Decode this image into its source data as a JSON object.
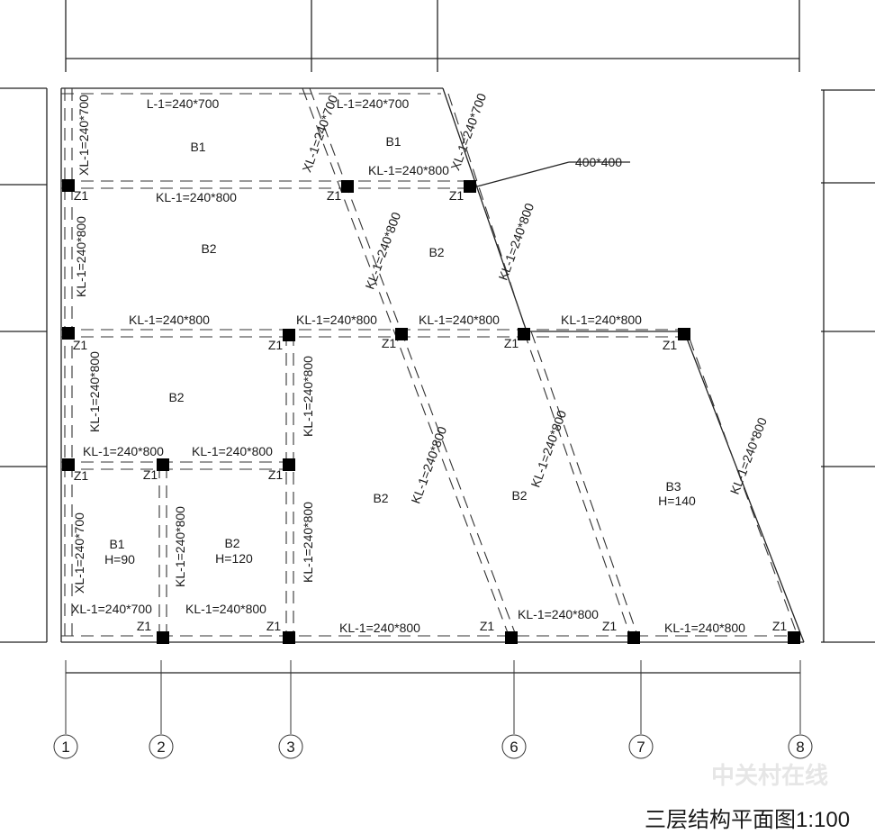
{
  "drawing": {
    "title": "三层结构平面图1:100",
    "watermark": "中关村在线",
    "column_tag": "Z1",
    "axis_labels": [
      "1",
      "2",
      "3",
      "6",
      "7",
      "8"
    ],
    "labels": [
      "L-1=240*700",
      "L-1=240*700",
      "B1",
      "B1",
      "KL-1=240*800",
      "KL-1=240*800",
      "400*400",
      "B2",
      "B2",
      "XL-1=240*700",
      "KL-1=240*800",
      "XL-1=240*700",
      "XL-1=240*700",
      "KL-1=240*800",
      "KL-1=240*800",
      "KL-1=240*800",
      "KL-1=240*800",
      "KL-1=240*800",
      "KL-1=240*800",
      "B2",
      "KL-1=240*800",
      "KL-1=240*800",
      "KL-1=240*800",
      "KL-1=240*800",
      "KL-1=240*800",
      "KL-1=240*800",
      "KL-1=240*800",
      "B2",
      "B2",
      "B3",
      "H=140",
      "B1",
      "H=90",
      "B2",
      "H=120",
      "XL-1=240*700",
      "KL-1=240*800",
      "KL-1=240*800",
      "XL-1=240*700",
      "KL-1=240*800",
      "KL-1=240*800",
      "KL-1=240*800",
      "KL-1=240*800"
    ]
  }
}
